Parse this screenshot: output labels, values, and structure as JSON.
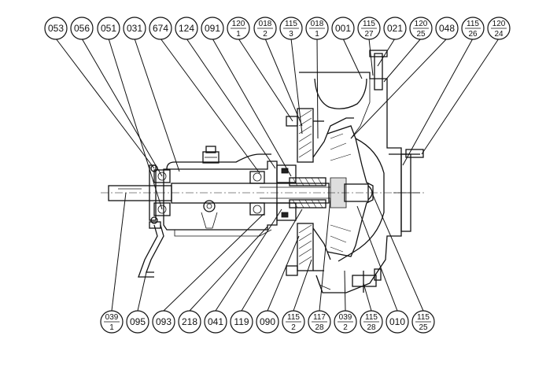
{
  "callouts_top": [
    {
      "id": "c053",
      "label": "053"
    },
    {
      "id": "c056",
      "label": "056"
    },
    {
      "id": "c051",
      "label": "051"
    },
    {
      "id": "c031",
      "label": "031"
    },
    {
      "id": "c674",
      "label": "674"
    },
    {
      "id": "c124",
      "label": "124"
    },
    {
      "id": "c091",
      "label": "091"
    },
    {
      "id": "c120-1",
      "num": "120",
      "den": "1"
    },
    {
      "id": "c018-2",
      "num": "018",
      "den": "2"
    },
    {
      "id": "c115-3",
      "num": "115",
      "den": "3"
    },
    {
      "id": "c018-1",
      "num": "018",
      "den": "1"
    },
    {
      "id": "c001",
      "label": "001"
    },
    {
      "id": "c115-27",
      "num": "115",
      "den": "27"
    },
    {
      "id": "c021",
      "label": "021"
    },
    {
      "id": "c120-25",
      "num": "120",
      "den": "25"
    },
    {
      "id": "c048",
      "label": "048"
    },
    {
      "id": "c115-26",
      "num": "115",
      "den": "26"
    },
    {
      "id": "c120-24",
      "num": "120",
      "den": "24"
    }
  ],
  "callouts_bottom": [
    {
      "id": "c039-1",
      "num": "039",
      "den": "1"
    },
    {
      "id": "c095",
      "label": "095"
    },
    {
      "id": "c093",
      "label": "093"
    },
    {
      "id": "c218",
      "label": "218"
    },
    {
      "id": "c041",
      "label": "041"
    },
    {
      "id": "c119",
      "label": "119"
    },
    {
      "id": "c090",
      "label": "090"
    },
    {
      "id": "c115-2",
      "num": "115",
      "den": "2"
    },
    {
      "id": "c117-28",
      "num": "117",
      "den": "28"
    },
    {
      "id": "c039-2",
      "num": "039",
      "den": "2"
    },
    {
      "id": "c115-28",
      "num": "115",
      "den": "28"
    },
    {
      "id": "c010",
      "label": "010"
    },
    {
      "id": "c115-25",
      "num": "115",
      "den": "25"
    }
  ]
}
